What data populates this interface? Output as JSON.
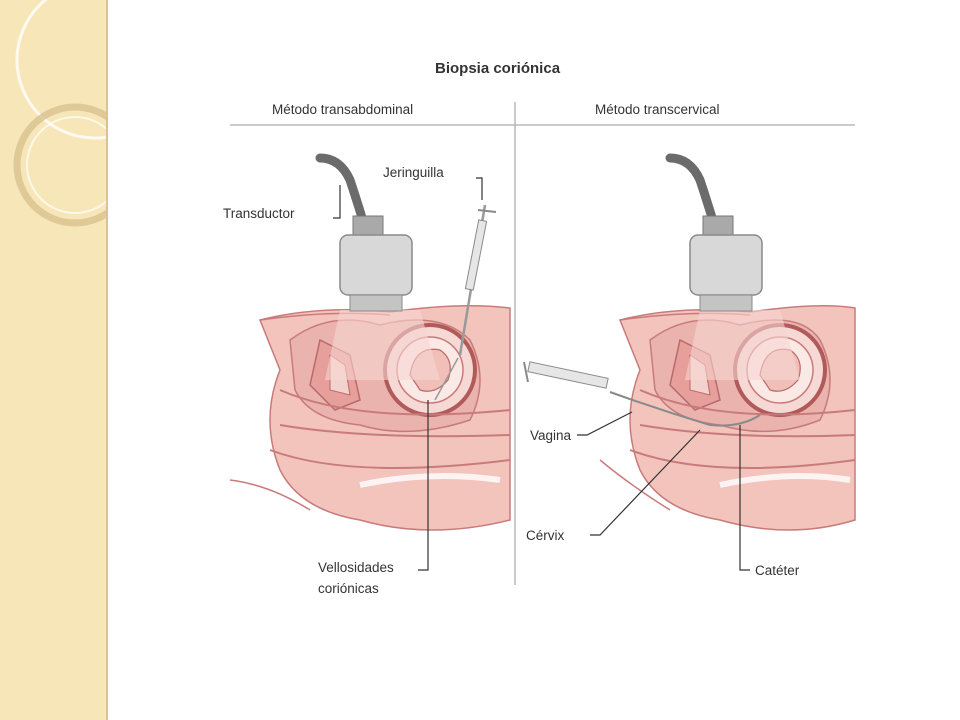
{
  "slide": {
    "background": "#ffffff",
    "sidebar_color": "#f7e6b8"
  },
  "figure": {
    "title": "Biopsia coriónica",
    "left_heading": "Método transabdominal",
    "right_heading": "Método transcervical",
    "labels": {
      "transductor": "Transductor",
      "jeringuilla": "Jeringuilla",
      "vellosidades_line1": "Vellosidades",
      "vellosidades_line2": "coriónicas",
      "vagina": "Vagina",
      "cervix": "Cérvix",
      "cateter": "Catéter"
    },
    "colors": {
      "tissue": "#f2c4bc",
      "tissue_dark": "#c97b7b",
      "uterus": "#e8a9a5",
      "transducer": "#d8d8d8",
      "cable": "#6b6b6b",
      "line": "#333333"
    }
  }
}
